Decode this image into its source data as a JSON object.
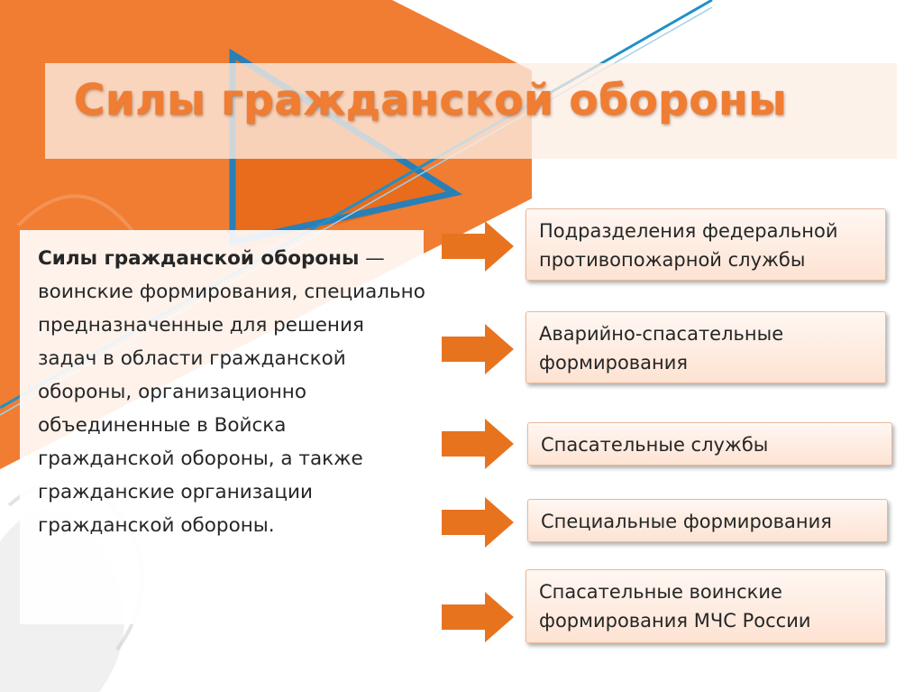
{
  "title": "Силы гражданской обороны",
  "definition": {
    "term": "Силы гражданской обороны",
    "text": " — воинские формирования, специально предназначенные для решения задач в области гражданской обороны, организационно объединенные в Войска гражданской обороны, а также гражданские организации гражданской обороны."
  },
  "forces": [
    {
      "label": "Подразделения федеральной противопожарной службы"
    },
    {
      "label": "Аварийно-спасательные формирования"
    },
    {
      "label": "Спасательные службы"
    },
    {
      "label": "Специальные формирования"
    },
    {
      "label": "Спасательные воинские формирования МЧС России"
    }
  ],
  "colors": {
    "orange": "#f07d32",
    "dark_orange": "#e86c1c",
    "blue": "#1f90c8",
    "title": "#f07d32",
    "text": "#262626"
  }
}
